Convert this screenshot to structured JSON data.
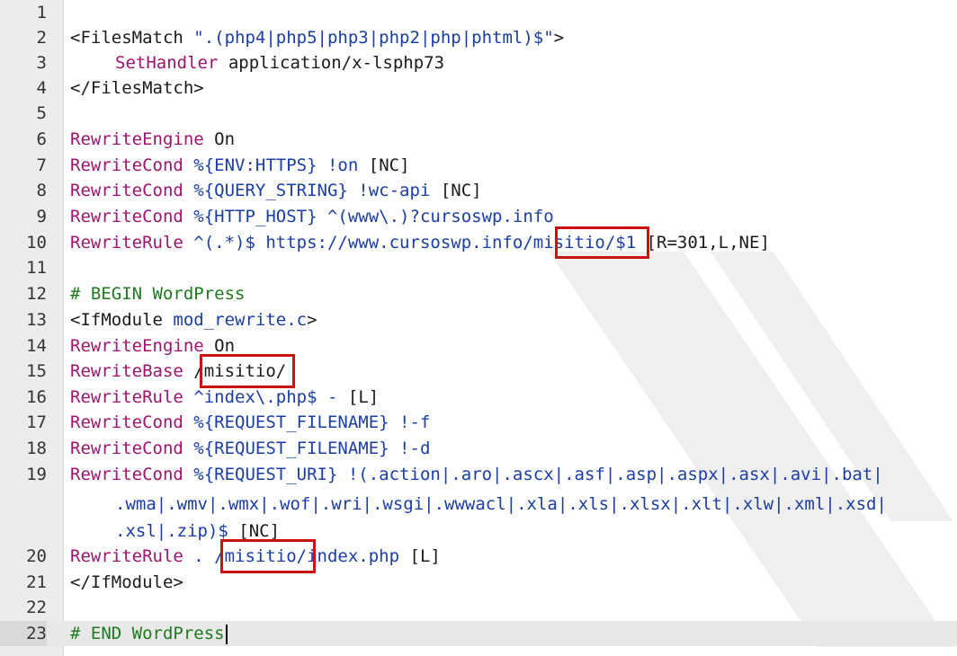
{
  "editor": {
    "lines": [
      {
        "n": "1"
      },
      {
        "n": "2",
        "tokens": [
          "<FilesMatch ",
          "\".(php4|php5|php3|php2|php|phtml)$\"",
          ">"
        ]
      },
      {
        "n": "3",
        "tokens": [
          "SetHandler",
          " application/x-lsphp73"
        ]
      },
      {
        "n": "4",
        "tokens": [
          "</FilesMatch>"
        ]
      },
      {
        "n": "5"
      },
      {
        "n": "6",
        "tokens": [
          "RewriteEngine",
          " On"
        ]
      },
      {
        "n": "7",
        "tokens": [
          "RewriteCond",
          " %{ENV:HTTPS} !on",
          " [NC]"
        ]
      },
      {
        "n": "8",
        "tokens": [
          "RewriteCond",
          " %{QUERY_STRING} !wc-api",
          " [NC]"
        ]
      },
      {
        "n": "9",
        "tokens": [
          "RewriteCond",
          " %{HTTP_HOST} ^(www\\.)?cursoswp.info"
        ]
      },
      {
        "n": "10",
        "tokens": [
          "RewriteRule",
          " ^(.*)$ https://www.cursoswp.info/misitio/$1",
          " [R=301,L,NE]"
        ]
      },
      {
        "n": "11"
      },
      {
        "n": "12",
        "tokens": [
          "# BEGIN WordPress"
        ]
      },
      {
        "n": "13",
        "tokens": [
          "<IfModule ",
          "mod_rewrite.c",
          ">"
        ]
      },
      {
        "n": "14",
        "tokens": [
          "RewriteEngine",
          " On"
        ]
      },
      {
        "n": "15",
        "tokens": [
          "RewriteBase",
          " /misitio/"
        ]
      },
      {
        "n": "16",
        "tokens": [
          "RewriteRule",
          " ^index\\.php$ -",
          " [L]"
        ]
      },
      {
        "n": "17",
        "tokens": [
          "RewriteCond",
          " %{REQUEST_FILENAME} !-f"
        ]
      },
      {
        "n": "18",
        "tokens": [
          "RewriteCond",
          " %{REQUEST_FILENAME} !-d"
        ]
      },
      {
        "n": "19",
        "tokens": [
          "RewriteCond",
          " %{REQUEST_URI} !(.action|.aro|.ascx|.asf|.asp|.aspx|.asx|.avi|.bat|"
        ]
      },
      {
        "n": "",
        "tokens": [
          ".wma|.wmv|.wmx|.wof|.wri|.wsgi|.wwwacl|.xla|.xls|.xlsx|.xlt|.xlw|.xml|.xsd|"
        ]
      },
      {
        "n": "",
        "tokens": [
          ".xsl|.zip)$",
          " [NC]"
        ]
      },
      {
        "n": "20",
        "tokens": [
          "RewriteRule",
          " . /misitio/index.php",
          " [L]"
        ]
      },
      {
        "n": "21",
        "tokens": [
          "</IfModule>"
        ]
      },
      {
        "n": "22"
      },
      {
        "n": "23",
        "tokens": [
          "# END WordPress"
        ]
      }
    ],
    "active_line": "23",
    "highlighted_path": "/misitio",
    "colors": {
      "directive": "#a1136f",
      "string": "#1a3da8",
      "comment": "#1f7a1f",
      "highlight_border": "#cc1111",
      "gutter": "#ececec"
    }
  }
}
